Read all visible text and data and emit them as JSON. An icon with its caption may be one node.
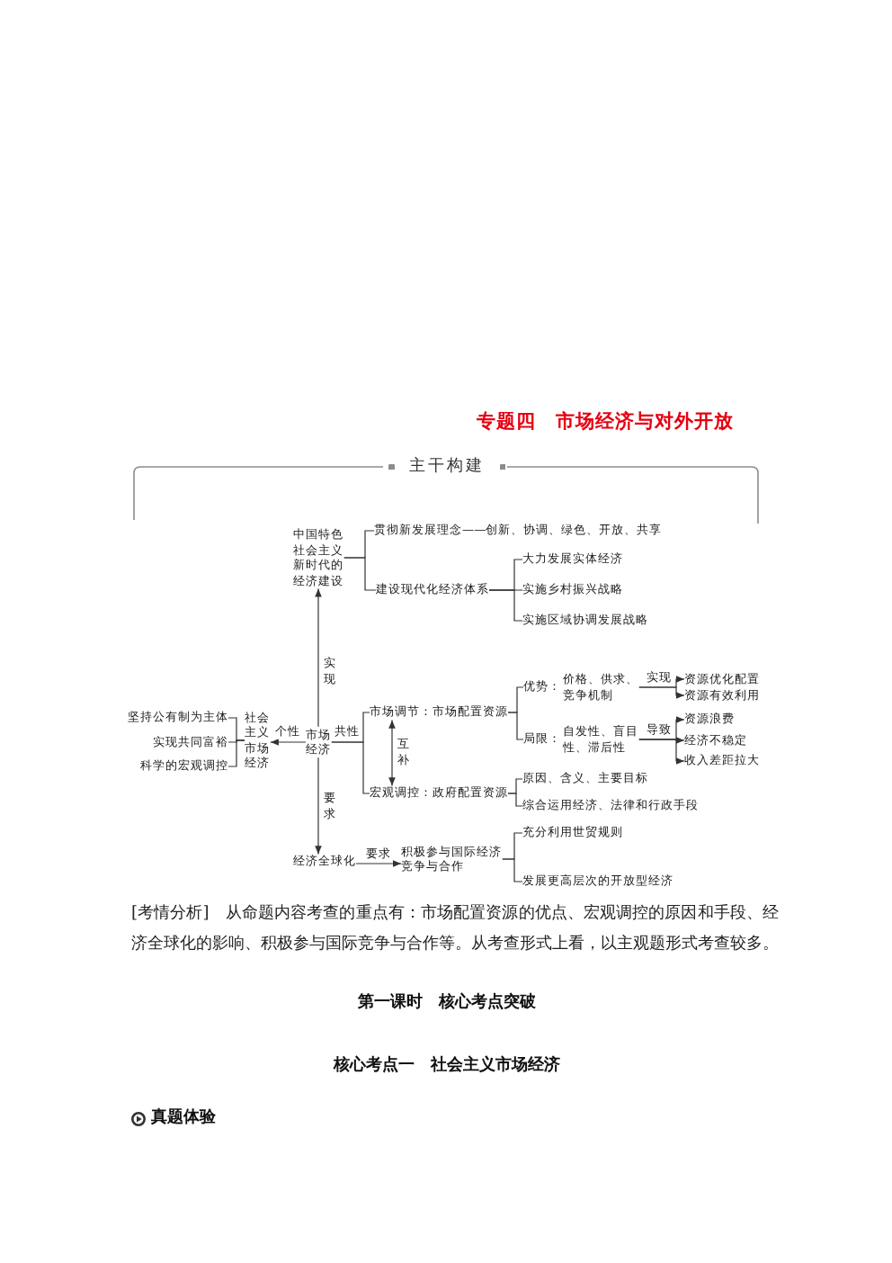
{
  "diagram": {
    "title": "专题四　市场经济与对外开放",
    "nodes": [
      {
        "text": [
          "中国特色社会主义新时代的经济建设"
        ]
      },
      {
        "text": [
          "贯彻新发展理念——创新、协调、绿色、开放、共享"
        ]
      },
      {
        "text": [
          "建设现代化经济体系"
        ]
      },
      {
        "text": [
          "大力发展实体经济"
        ]
      },
      {
        "text": [
          "实施乡村振兴战略"
        ]
      },
      {
        "text": [
          "实施区域协调发展战略"
        ]
      },
      {
        "text": [
          "优势：",
          "价格、供求、竞争机制"
        ]
      },
      {
        "text": [
          "资源优化配置"
        ]
      },
      {
        "text": [
          "资源有效利用"
        ]
      },
      {
        "text": [
          "市场调节：市场配置资源"
        ]
      },
      {
        "text": [
          "坚持公有制为主体"
        ]
      },
      {
        "text": [
          "实现共同富裕"
        ]
      },
      {
        "text": [
          "科学的宏观调控"
        ]
      },
      {
        "text": [
          "社会主义市场经济"
        ]
      },
      {
        "text": [
          "市场经济"
        ]
      },
      {
        "text": [
          "局限：",
          "自发性、盲目性、滞后性"
        ]
      },
      {
        "text": [
          "资源浪费"
        ]
      },
      {
        "text": [
          "经济不稳定"
        ]
      },
      {
        "text": [
          "收入差距拉大"
        ]
      },
      {
        "text": [
          "宏观调控：政府配置资源"
        ]
      },
      {
        "text": [
          "原因、含义、主要目标"
        ]
      },
      {
        "text": [
          "综合运用经济、法律和行政手段"
        ]
      },
      {
        "text": [
          "经济全球化"
        ]
      },
      {
        "text": [
          "积极参与国际经济竞争与合作"
        ]
      },
      {
        "text": [
          "充分利用世贸规则"
        ]
      },
      {
        "text": [
          "发展更高层次的开放型经济"
        ]
      }
    ],
    "edges": [
      {
        "from": 14,
        "to": 0,
        "arrow": "to",
        "label": "实现"
      },
      {
        "from": 0,
        "to": 1,
        "arrow": "none"
      },
      {
        "from": 0,
        "to": 2,
        "arrow": "none"
      },
      {
        "from": 2,
        "to": 3,
        "arrow": "none"
      },
      {
        "from": 2,
        "to": 4,
        "arrow": "none"
      },
      {
        "from": 2,
        "to": 5,
        "arrow": "none"
      },
      {
        "from": 14,
        "to": 13,
        "arrow": "to",
        "label": "个性"
      },
      {
        "from": 13,
        "to": 10,
        "arrow": "none"
      },
      {
        "from": 13,
        "to": 11,
        "arrow": "none"
      },
      {
        "from": 13,
        "to": 12,
        "arrow": "none"
      },
      {
        "from": 14,
        "to": 9,
        "arrow": "none",
        "label": "共性"
      },
      {
        "from": 14,
        "to": 19,
        "arrow": "none"
      },
      {
        "from": 9,
        "to": 19,
        "arrow": "both",
        "label": "互补"
      },
      {
        "from": 9,
        "to": 6,
        "arrow": "none"
      },
      {
        "from": 9,
        "to": 15,
        "arrow": "none"
      },
      {
        "from": 6,
        "to": 7,
        "arrow": "to",
        "label": "实现"
      },
      {
        "from": 6,
        "to": 8,
        "arrow": "to"
      },
      {
        "from": 15,
        "to": 16,
        "arrow": "to",
        "label": "导致"
      },
      {
        "from": 15,
        "to": 17,
        "arrow": "to"
      },
      {
        "from": 15,
        "to": 18,
        "arrow": "to"
      },
      {
        "from": 19,
        "to": 20,
        "arrow": "none"
      },
      {
        "from": 19,
        "to": 21,
        "arrow": "none"
      },
      {
        "from": 14,
        "to": 22,
        "arrow": "to",
        "label": "要求"
      },
      {
        "from": 22,
        "to": 23,
        "arrow": "to",
        "label": "要求"
      },
      {
        "from": 23,
        "to": 24,
        "arrow": "none"
      },
      {
        "from": 23,
        "to": 25,
        "arrow": "none"
      }
    ],
    "labels": [
      "主干构建",
      "[考情分析]　从命题内容考查的重点有：市场配置资源的优点、宏观调控的原因和手段、经济全球化的影响、积极参与国际竞争与合作等。从考查形式上看，以主观题形式考查较多。",
      "第一课时　核心考点突破",
      "核心考点一　社会主义市场经济",
      "真题体验"
    ]
  }
}
